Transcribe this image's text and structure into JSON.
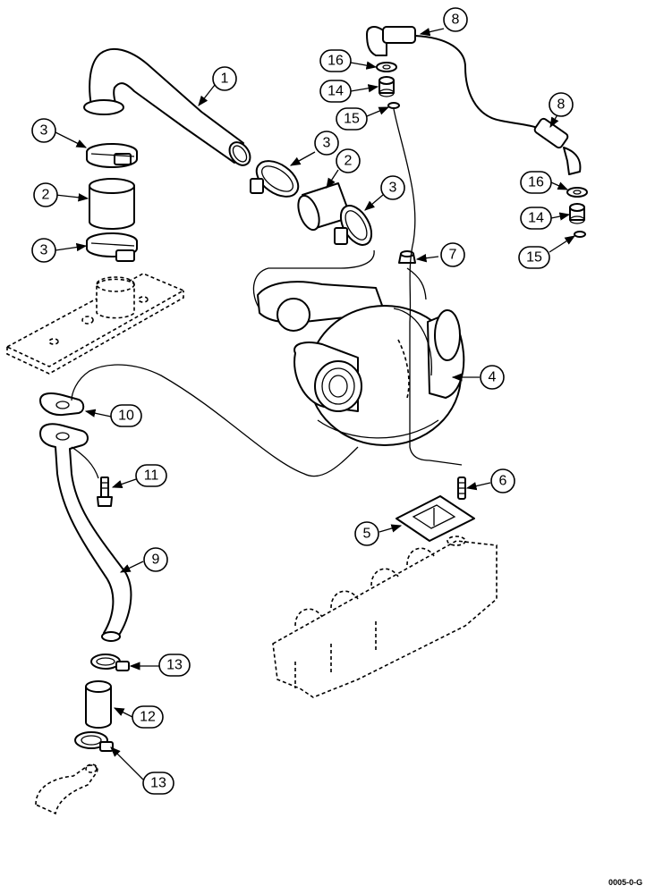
{
  "callouts": [
    {
      "id": "c1",
      "label": "1"
    },
    {
      "id": "c2a",
      "label": "2"
    },
    {
      "id": "c2b",
      "label": "2"
    },
    {
      "id": "c3a",
      "label": "3"
    },
    {
      "id": "c3b",
      "label": "3"
    },
    {
      "id": "c3c",
      "label": "3"
    },
    {
      "id": "c3d",
      "label": "3"
    },
    {
      "id": "c4",
      "label": "4"
    },
    {
      "id": "c5",
      "label": "5"
    },
    {
      "id": "c6",
      "label": "6"
    },
    {
      "id": "c7",
      "label": "7"
    },
    {
      "id": "c8a",
      "label": "8"
    },
    {
      "id": "c8b",
      "label": "8"
    },
    {
      "id": "c9",
      "label": "9"
    },
    {
      "id": "c10",
      "label": "10"
    },
    {
      "id": "c11",
      "label": "11"
    },
    {
      "id": "c12",
      "label": "12"
    },
    {
      "id": "c13a",
      "label": "13"
    },
    {
      "id": "c13b",
      "label": "13"
    },
    {
      "id": "c14a",
      "label": "14"
    },
    {
      "id": "c14b",
      "label": "14"
    },
    {
      "id": "c15a",
      "label": "15"
    },
    {
      "id": "c15b",
      "label": "15"
    },
    {
      "id": "c16a",
      "label": "16"
    },
    {
      "id": "c16b",
      "label": "16"
    }
  ],
  "figure_code": "0005-0-G"
}
